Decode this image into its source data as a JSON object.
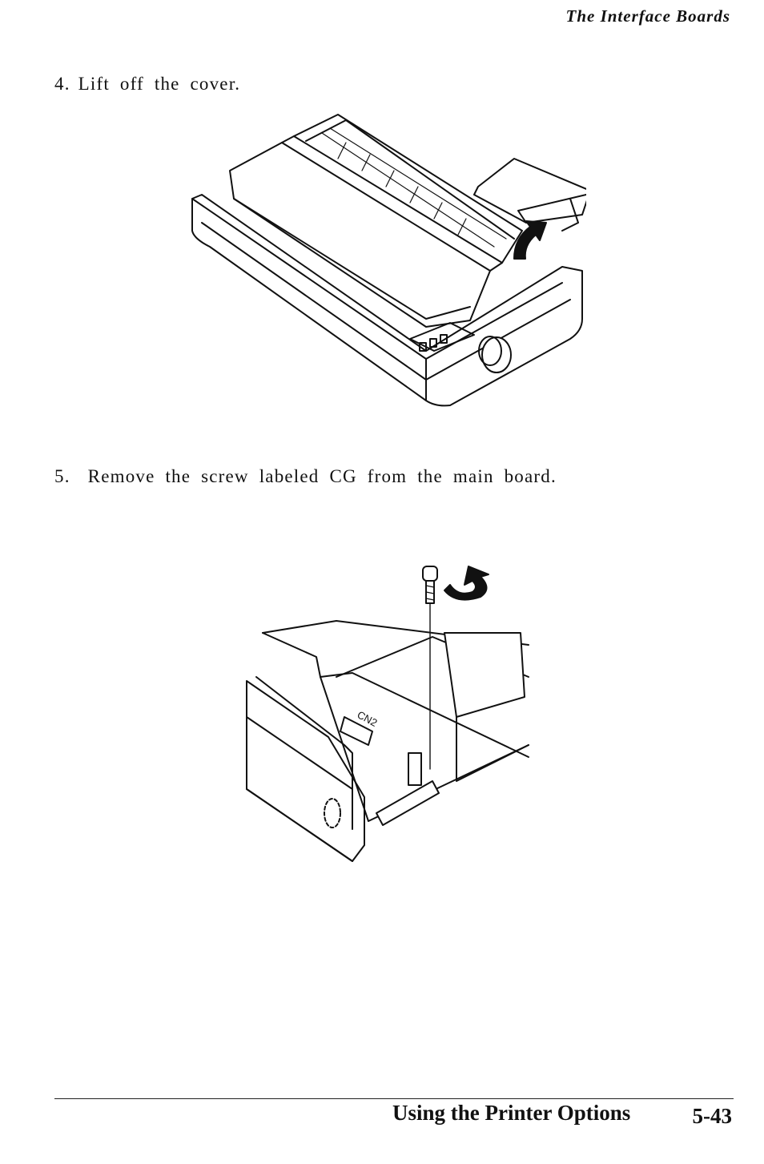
{
  "header": {
    "running_title": "The Interface Boards"
  },
  "steps": [
    {
      "number": "4.",
      "text": "Lift off the cover."
    },
    {
      "number": "5.",
      "text": "Remove the screw labeled CG from the main board."
    }
  ],
  "figures": {
    "board_label": "CN2"
  },
  "footer": {
    "section_title": "Using the Printer Options",
    "page_number": "5-43"
  }
}
